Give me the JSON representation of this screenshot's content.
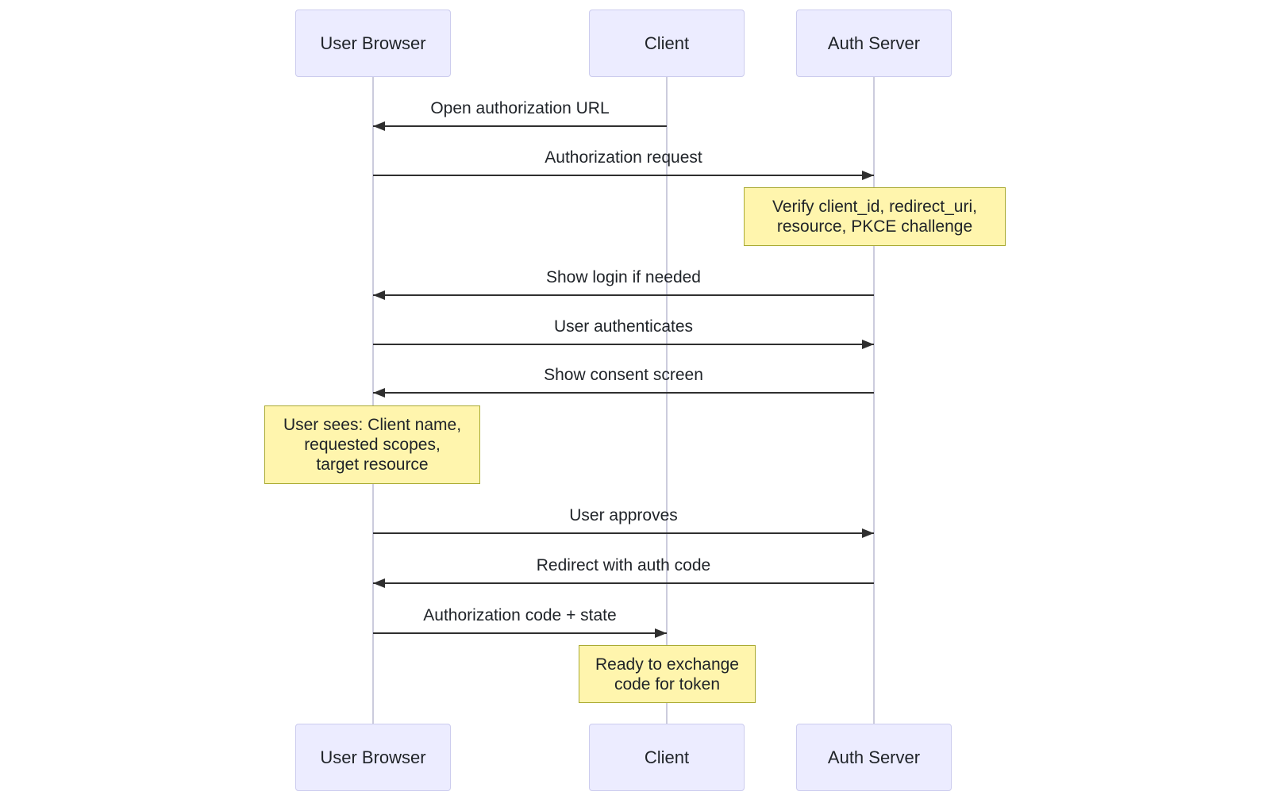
{
  "diagram": {
    "type": "sequence-diagram",
    "actors": [
      {
        "name": "User Browser"
      },
      {
        "name": "Client"
      },
      {
        "name": "Auth Server"
      }
    ],
    "messages": [
      {
        "label": "Open authorization URL",
        "from": "Client",
        "to": "User Browser",
        "direction": "left"
      },
      {
        "label": "Authorization request",
        "from": "User Browser",
        "to": "Auth Server",
        "direction": "right"
      },
      {
        "label": "Show login if needed",
        "from": "Auth Server",
        "to": "User Browser",
        "direction": "left"
      },
      {
        "label": "User authenticates",
        "from": "User Browser",
        "to": "Auth Server",
        "direction": "right"
      },
      {
        "label": "Show consent screen",
        "from": "Auth Server",
        "to": "User Browser",
        "direction": "left"
      },
      {
        "label": "User approves",
        "from": "User Browser",
        "to": "Auth Server",
        "direction": "right"
      },
      {
        "label": "Redirect with auth code",
        "from": "Auth Server",
        "to": "User Browser",
        "direction": "left"
      },
      {
        "label": "Authorization code + state",
        "from": "User Browser",
        "to": "Client",
        "direction": "right"
      }
    ],
    "notes": [
      {
        "over": "Auth Server",
        "lines": [
          "Verify client_id, redirect_uri,",
          "resource, PKCE challenge"
        ]
      },
      {
        "over": "User Browser",
        "lines": [
          "User sees: Client name,",
          "requested scopes,",
          "target resource"
        ]
      },
      {
        "over": "Client",
        "lines": [
          "Ready to exchange",
          "code for token"
        ]
      }
    ],
    "colors": {
      "actor_fill": "#ececff",
      "actor_border": "#ccccee",
      "note_fill": "#fff5ad",
      "note_border": "#aaaa33",
      "lifeline": "#ccccdd",
      "arrow": "#2f2f2f",
      "text": "#1f2328"
    }
  }
}
